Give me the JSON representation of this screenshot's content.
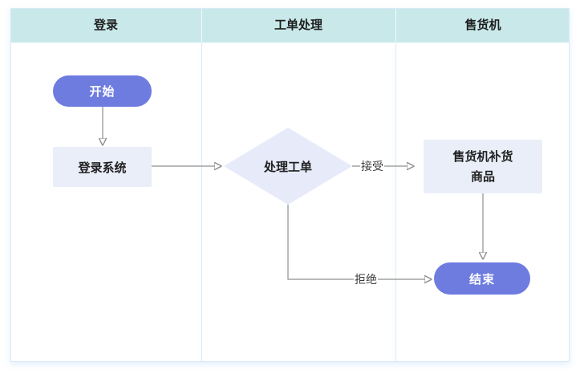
{
  "diagram": {
    "type": "swimlane-flowchart",
    "lanes": [
      {
        "title": "登录"
      },
      {
        "title": "工单处理"
      },
      {
        "title": "售货机"
      }
    ],
    "nodes": {
      "start": {
        "label": "开始",
        "shape": "rounded-terminal",
        "lane": "登录"
      },
      "login": {
        "label": "登录系统",
        "shape": "process",
        "lane": "登录"
      },
      "decision": {
        "label": "处理工单",
        "shape": "decision-diamond",
        "lane": "工单处理"
      },
      "restock": {
        "label": "售货机补货商品",
        "shape": "process",
        "lane": "售货机"
      },
      "end": {
        "label": "结束",
        "shape": "rounded-terminal",
        "lane": "售货机"
      }
    },
    "edges": [
      {
        "from": "start",
        "to": "login",
        "label": ""
      },
      {
        "from": "login",
        "to": "decision",
        "label": ""
      },
      {
        "from": "decision",
        "to": "restock",
        "label": "接受"
      },
      {
        "from": "restock",
        "to": "end",
        "label": ""
      },
      {
        "from": "decision",
        "to": "end",
        "label": "拒绝"
      }
    ],
    "colors": {
      "header_bg": "#c9e8e9",
      "lane_border": "#d8eaf8",
      "node_fill": "#eaeef9",
      "decision_fill": "#e7ebf9",
      "terminal_fill": "#6e7cdf",
      "terminal_text": "#ffffff",
      "edge": "#8f8f8f",
      "text": "#1f1f1f",
      "label_text": "#3c3c3c"
    }
  }
}
